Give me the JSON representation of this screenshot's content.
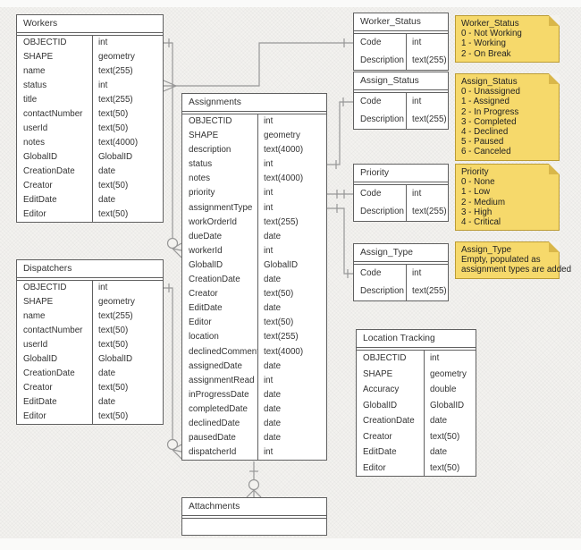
{
  "diagram": {
    "colors": {
      "canvas_background": "#f3f2ef",
      "table_fill": "#ffffff",
      "table_border": "#606060",
      "connector": "#979797",
      "note_fill": "#f6d96b",
      "note_border": "#bb9c35",
      "note_fold": "#d9b74a",
      "text": "#333333"
    },
    "tables": [
      {
        "id": "workers",
        "title": "Workers",
        "fields": [
          {
            "name": "OBJECTID",
            "type": "int"
          },
          {
            "name": "SHAPE",
            "type": "geometry"
          },
          {
            "name": "name",
            "type": "text(255)"
          },
          {
            "name": "status",
            "type": "int"
          },
          {
            "name": "title",
            "type": "text(255)"
          },
          {
            "name": "contactNumber",
            "type": "text(50)"
          },
          {
            "name": "userId",
            "type": "text(50)"
          },
          {
            "name": "notes",
            "type": "text(4000)"
          },
          {
            "name": "GlobalID",
            "type": "GlobalID"
          },
          {
            "name": "CreationDate",
            "type": "date"
          },
          {
            "name": "Creator",
            "type": "text(50)"
          },
          {
            "name": "EditDate",
            "type": "date"
          },
          {
            "name": "Editor",
            "type": "text(50)"
          }
        ]
      },
      {
        "id": "dispatchers",
        "title": "Dispatchers",
        "fields": [
          {
            "name": "OBJECTID",
            "type": "int"
          },
          {
            "name": "SHAPE",
            "type": "geometry"
          },
          {
            "name": "name",
            "type": "text(255)"
          },
          {
            "name": "contactNumber",
            "type": "text(50)"
          },
          {
            "name": "userId",
            "type": "text(50)"
          },
          {
            "name": "GlobalID",
            "type": "GlobalID"
          },
          {
            "name": "CreationDate",
            "type": "date"
          },
          {
            "name": "Creator",
            "type": "text(50)"
          },
          {
            "name": "EditDate",
            "type": "date"
          },
          {
            "name": "Editor",
            "type": "text(50)"
          }
        ]
      },
      {
        "id": "assignments",
        "title": "Assignments",
        "fields": [
          {
            "name": "OBJECTID",
            "type": "int"
          },
          {
            "name": "SHAPE",
            "type": "geometry"
          },
          {
            "name": "description",
            "type": "text(4000)"
          },
          {
            "name": "status",
            "type": "int"
          },
          {
            "name": "notes",
            "type": "text(4000)"
          },
          {
            "name": "priority",
            "type": "int"
          },
          {
            "name": "assignmentType",
            "type": "int"
          },
          {
            "name": "workOrderId",
            "type": "text(255)"
          },
          {
            "name": "dueDate",
            "type": "date"
          },
          {
            "name": "workerId",
            "type": "int"
          },
          {
            "name": "GlobalID",
            "type": "GlobalID"
          },
          {
            "name": "CreationDate",
            "type": "date"
          },
          {
            "name": "Creator",
            "type": "text(50)"
          },
          {
            "name": "EditDate",
            "type": "date"
          },
          {
            "name": "Editor",
            "type": "text(50)"
          },
          {
            "name": "location",
            "type": "text(255)"
          },
          {
            "name": "declinedComment",
            "type": "text(4000)"
          },
          {
            "name": "assignedDate",
            "type": "date"
          },
          {
            "name": "assignmentRead",
            "type": "int"
          },
          {
            "name": "inProgressDate",
            "type": "date"
          },
          {
            "name": "completedDate",
            "type": "date"
          },
          {
            "name": "declinedDate",
            "type": "date"
          },
          {
            "name": "pausedDate",
            "type": "date"
          },
          {
            "name": "dispatcherId",
            "type": "int"
          }
        ]
      },
      {
        "id": "worker_status",
        "title": "Worker_Status",
        "fields": [
          {
            "name": "Code",
            "type": "int"
          },
          {
            "name": "Description",
            "type": "text(255)"
          }
        ]
      },
      {
        "id": "assign_status",
        "title": "Assign_Status",
        "fields": [
          {
            "name": "Code",
            "type": "int"
          },
          {
            "name": "Description",
            "type": "text(255)"
          }
        ]
      },
      {
        "id": "priority",
        "title": "Priority",
        "fields": [
          {
            "name": "Code",
            "type": "int"
          },
          {
            "name": "Description",
            "type": "text(255)"
          }
        ]
      },
      {
        "id": "assign_type",
        "title": "Assign_Type",
        "fields": [
          {
            "name": "Code",
            "type": "int"
          },
          {
            "name": "Description",
            "type": "text(255)"
          }
        ]
      },
      {
        "id": "location_tracking",
        "title": "Location Tracking",
        "fields": [
          {
            "name": "OBJECTID",
            "type": "int"
          },
          {
            "name": "SHAPE",
            "type": "geometry"
          },
          {
            "name": "Accuracy",
            "type": "double"
          },
          {
            "name": "GlobalID",
            "type": "GlobalID"
          },
          {
            "name": "CreationDate",
            "type": "date"
          },
          {
            "name": "Creator",
            "type": "text(50)"
          },
          {
            "name": "EditDate",
            "type": "date"
          },
          {
            "name": "Editor",
            "type": "text(50)"
          }
        ]
      },
      {
        "id": "attachments",
        "title": "Attachments",
        "fields": []
      }
    ],
    "notes": [
      {
        "id": "note_worker_status",
        "title": "Worker_Status",
        "lines": [
          "0 - Not Working",
          "1 - Working",
          "2 - On Break"
        ]
      },
      {
        "id": "note_assign_status",
        "title": "Assign_Status",
        "lines": [
          "0 - Unassigned",
          "1 - Assigned",
          "2 - In Progress",
          "3 - Completed",
          "4 - Declined",
          "5 - Paused",
          "6 - Canceled"
        ]
      },
      {
        "id": "note_priority",
        "title": "Priority",
        "lines": [
          "0 - None",
          "1 - Low",
          "2 - Medium",
          "3 - High",
          "4 - Critical"
        ]
      },
      {
        "id": "note_assign_type",
        "title": "Assign_Type",
        "lines": [
          "Empty, populated as",
          "assignment types are added"
        ]
      }
    ]
  }
}
